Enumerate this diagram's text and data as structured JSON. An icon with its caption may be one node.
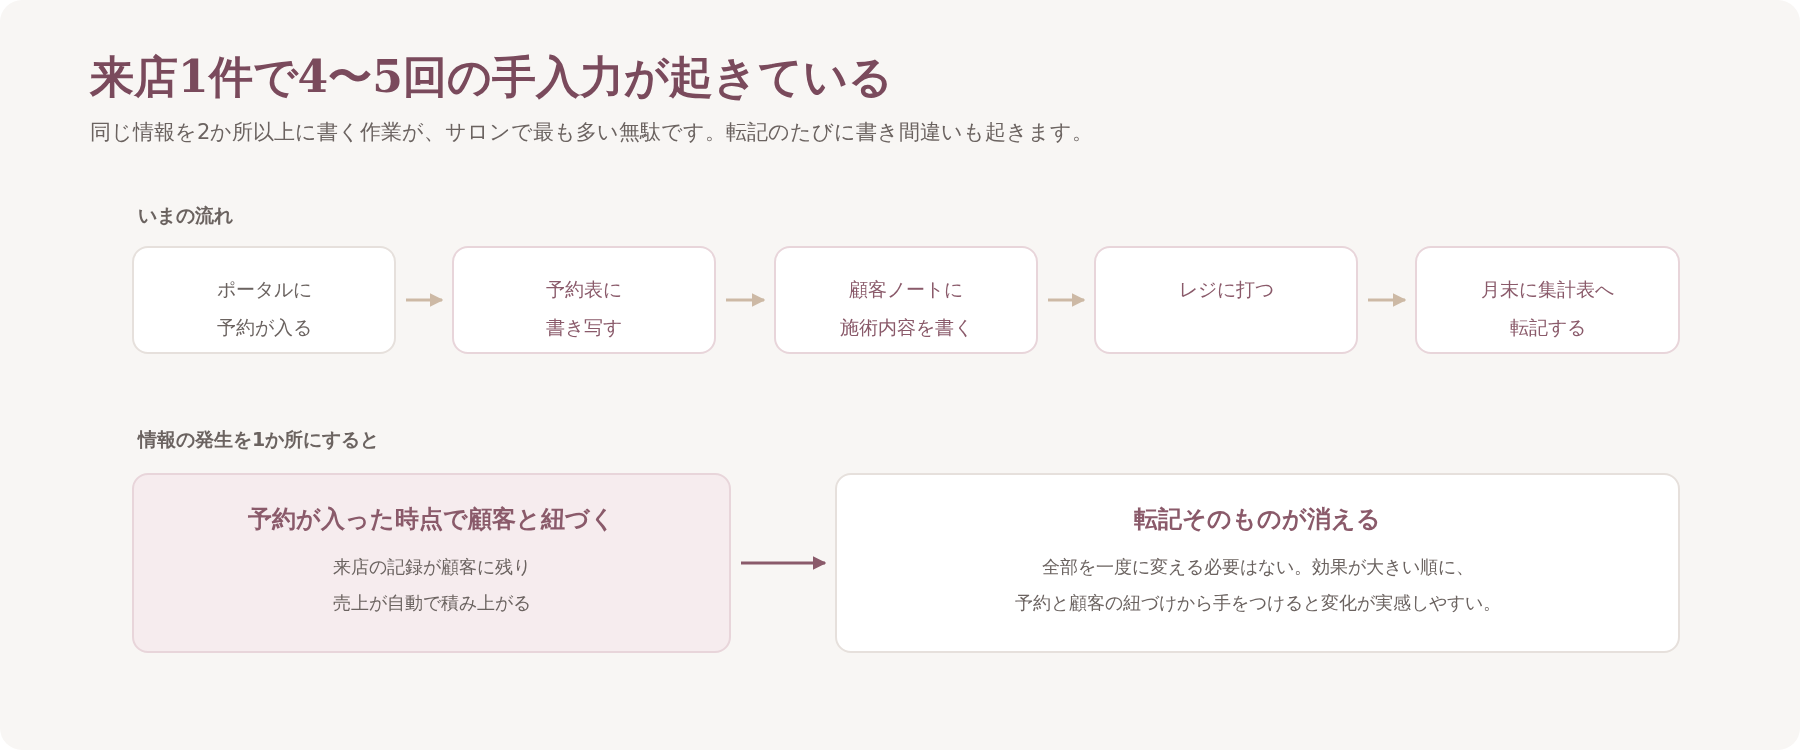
{
  "diagram": {
    "title": "来店1件で4〜5回の手入力が起きている",
    "nodes": [
      {
        "text": [
          "ポータルに予約が入る"
        ]
      },
      {
        "text": [
          "予約表に書き写す"
        ]
      },
      {
        "text": [
          "顧客ノートに施術内容を書く"
        ]
      },
      {
        "text": [
          "レジに打つ"
        ]
      },
      {
        "text": [
          "月末に集計表へ転記する"
        ]
      },
      {
        "text": [
          "予約が入った時点で顧客と紐づく",
          "来店の記録が顧客に残り売上が自動で積み上がる"
        ]
      },
      {
        "text": [
          "転記そのものが消える",
          "全部を一度に変える必要はない。効果が大きい順に、予約と顧客の紐づけから手をつけると変化が実感しやすい。"
        ]
      }
    ],
    "edges": [
      {
        "from": 0,
        "to": 1,
        "arrow": "to"
      },
      {
        "from": 1,
        "to": 2,
        "arrow": "to"
      },
      {
        "from": 2,
        "to": 3,
        "arrow": "to"
      },
      {
        "from": 3,
        "to": 4,
        "arrow": "to"
      },
      {
        "from": 5,
        "to": 6,
        "arrow": "to",
        "color": "#8a5a6a"
      }
    ],
    "labels": [
      "同じ情報を2か所以上に書く作業が、サロンで最も多い無駄です。転記のたびに書き間違いも起きます。",
      "いまの流れ",
      "情報の発生を1か所にすると"
    ]
  }
}
